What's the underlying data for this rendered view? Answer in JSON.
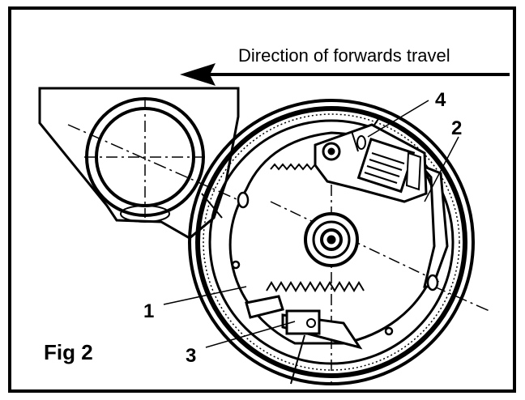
{
  "figure": {
    "direction_label": "Direction of forwards travel",
    "fig_label": "Fig 2",
    "callouts": {
      "c1": "1",
      "c2": "2",
      "c3": "3",
      "c4": "4"
    }
  },
  "colors": {
    "ink": "#000000",
    "paper": "#ffffff"
  }
}
